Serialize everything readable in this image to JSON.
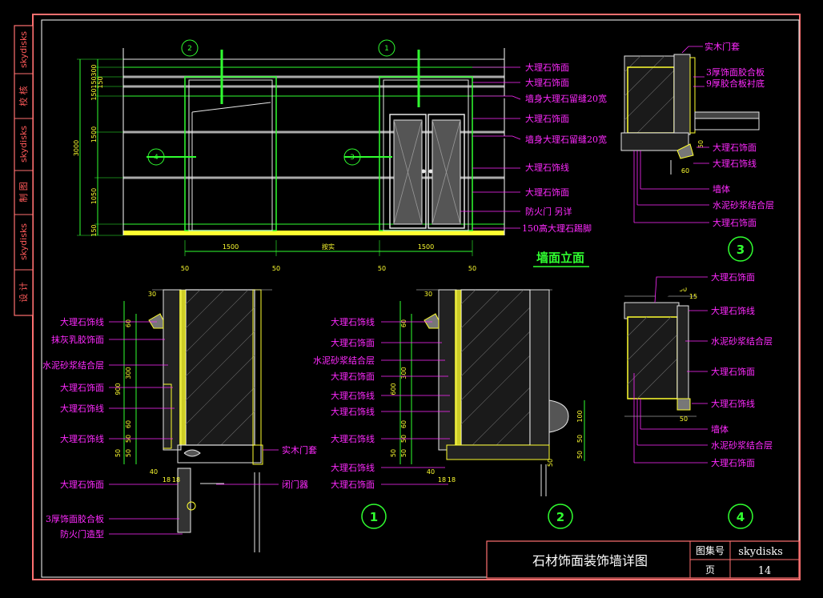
{
  "sidebar": [
    "skydisks",
    "校 核",
    "skydisks",
    "制 图",
    "skydisks",
    "设 计"
  ],
  "elevation": {
    "title": "墙面立面",
    "markers": [
      "2",
      "1",
      "4",
      "3"
    ],
    "labels": [
      "大理石饰面",
      "大理石饰面",
      "墙身大理石留缝20宽",
      "大理石饰面",
      "墙身大理石留缝20宽",
      "大理石饰线",
      "大理石饰面",
      "防火门 另详",
      "150高大理石踢脚"
    ],
    "dims_vertical": [
      "300",
      "150",
      "150",
      "150",
      "1500",
      "1050",
      "150",
      "3000"
    ],
    "dims_horizontal": [
      "1500",
      "按实",
      "1500"
    ],
    "dims_bottom": [
      "50",
      "50",
      "50",
      "50"
    ]
  },
  "section1": {
    "labels": [
      "大理石饰线",
      "抹灰乳胶饰面",
      "水泥砂浆结合层",
      "大理石饰面",
      "大理石饰线",
      "大理石饰线",
      "大理石饰面",
      "3厚饰面胶合板",
      "防火门造型"
    ],
    "right_labels": [
      "实木门套",
      "闭门器"
    ],
    "dims": [
      "30",
      "60",
      "300",
      "900",
      "60",
      "50",
      "50",
      "50",
      "40",
      "18",
      "18"
    ],
    "marker": "1"
  },
  "section2": {
    "labels": [
      "大理石饰线",
      "大理石饰面",
      "水泥砂浆结合层",
      "大理石饰面",
      "大理石饰线",
      "大理石饰线",
      "大理石饰线",
      "大理石饰线",
      "大理石饰面"
    ],
    "dims": [
      "30",
      "60",
      "300",
      "600",
      "60",
      "50",
      "50",
      "50",
      "40",
      "18",
      "18",
      "100",
      "50",
      "50",
      "50"
    ],
    "marker": "2"
  },
  "section3": {
    "labels": [
      "实木门套",
      "3厚饰面胶合板",
      "9厚胶合板衬底",
      "大理石饰面",
      "大理石饰线",
      "墙体",
      "水泥砂浆结合层",
      "大理石饰面"
    ],
    "dims": [
      "50",
      "60"
    ],
    "marker": "3"
  },
  "section4": {
    "labels": [
      "大理石饰面",
      "大理石饰线",
      "水泥砂浆结合层",
      "大理石饰面",
      "大理石饰线",
      "墙体",
      "水泥砂浆结合层",
      "大理石饰面"
    ],
    "dims": [
      "60",
      "15",
      "50"
    ],
    "marker": "4"
  },
  "title_block": {
    "title": "石材饰面装饰墙详图",
    "set_label": "图集号",
    "set_value": "skydisks",
    "page_label": "页",
    "page_value": "14"
  }
}
